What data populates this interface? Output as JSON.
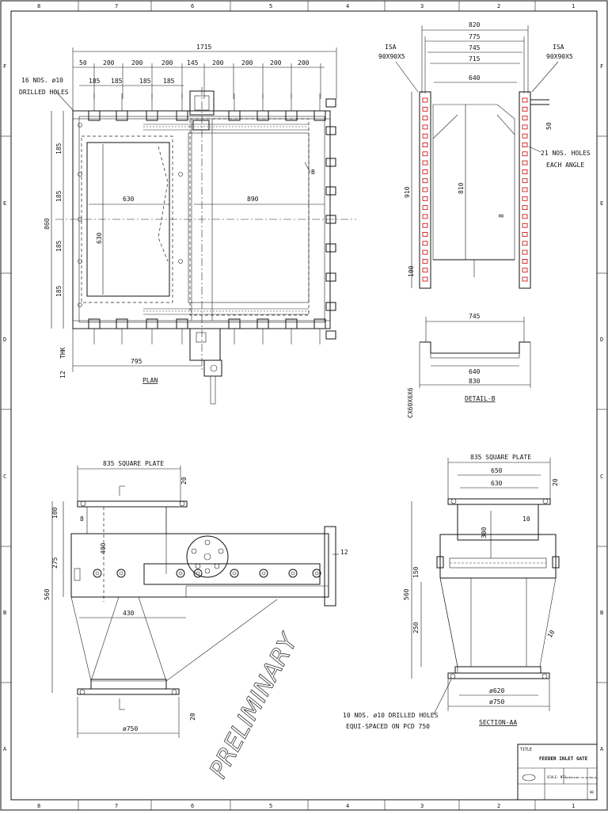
{
  "frame": {
    "col_numbers": [
      "8",
      "7",
      "6",
      "5",
      "4",
      "3",
      "2",
      "1"
    ],
    "row_letters": [
      "F",
      "E",
      "D",
      "C",
      "B",
      "A"
    ]
  },
  "plan": {
    "title": "PLAN",
    "overall_width": "1715",
    "pitch_dims": [
      "50",
      "200",
      "200",
      "200",
      "145",
      "200",
      "200",
      "200",
      "200"
    ],
    "sub_dims": [
      "185",
      "185",
      "185",
      "185"
    ],
    "hole_note": [
      "16 NOS. ø10",
      "DRILLED HOLES"
    ],
    "height_dims": [
      "185",
      "185",
      "185",
      "185"
    ],
    "overall_height": "860",
    "opening_width": "630",
    "opening_height": "630",
    "gate_travel": "890",
    "bottom_dim": "795",
    "thk_label": "THK",
    "thk_value": "12",
    "view_mark": "B"
  },
  "side_view": {
    "top_dims": [
      "820",
      "775",
      "745",
      "715",
      "640"
    ],
    "angle_left": [
      "ISA",
      "90X90X5"
    ],
    "angle_right": [
      "ISA",
      "90X90X5"
    ],
    "height_outer": "910",
    "height_inner": "810",
    "small_dim": "8",
    "bottom_dim": "100",
    "right_dim": "50",
    "hole_note": [
      "21 NOS. HOLES",
      "EACH ANGLE"
    ]
  },
  "detail_b": {
    "title": "DETAIL-B",
    "dims": [
      "745",
      "640",
      "830"
    ],
    "channel_label": "CX60X6X6"
  },
  "front_view": {
    "plate_label": "835 SQUARE PLATE",
    "dims_left": [
      "100",
      "275",
      "560"
    ],
    "small_dims": [
      "8",
      "400",
      "20",
      "12",
      "20"
    ],
    "gate_width": "430",
    "bottom_dia": "ø750"
  },
  "section_aa": {
    "title": "SECTION-AA",
    "plate_label": "835 SQUARE PLATE",
    "dims_top": [
      "650",
      "630"
    ],
    "right_dim": "20",
    "inner_height": "300",
    "side_dim": "10",
    "left_dims": [
      "560",
      "250",
      "150"
    ],
    "slope_dim": "10",
    "bottom_dims": [
      "ø620",
      "ø750"
    ],
    "hole_note": [
      "10 NOS. ø10 DRILLED HOLES",
      "EQUI-SPACED ON PCD 750"
    ]
  },
  "watermark": "PRELIMINARY",
  "title_block": {
    "label": "TITLE",
    "title": "FEEDER INLET GATE",
    "scale": "SCALE: NTS",
    "dims_note": "DIMENSIONS IN mm",
    "sheet_label": "DWG.No",
    "rev": "00"
  }
}
